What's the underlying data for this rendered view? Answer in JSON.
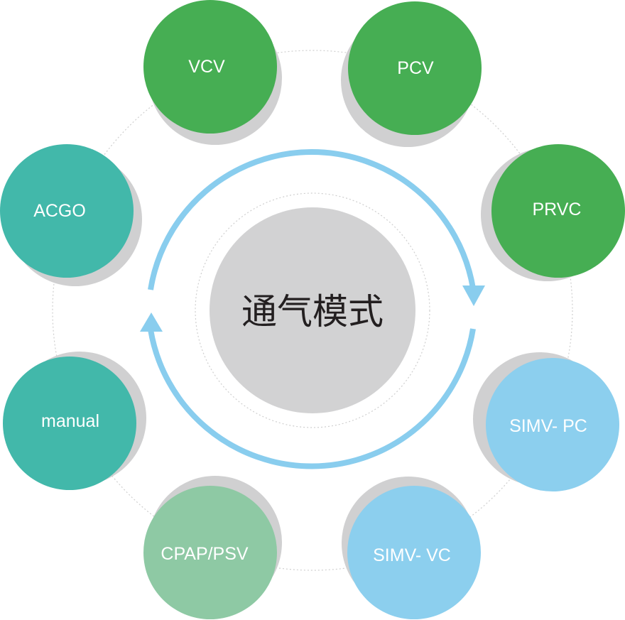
{
  "center": {
    "label": "通气模式",
    "color": "#d2d2d3"
  },
  "colors": {
    "shadow": "#d0d0d1",
    "arrow": "#89cdee",
    "dotted_ring": "#cfcfcf"
  },
  "modes": [
    {
      "label": "VCV",
      "color": "#46ae53"
    },
    {
      "label": "PCV",
      "color": "#46ae53"
    },
    {
      "label": "PRVC",
      "color": "#46ae53"
    },
    {
      "label": "SIMV- PC",
      "color": "#8ccfee"
    },
    {
      "label": "SIMV- VC",
      "color": "#8ccfee"
    },
    {
      "label": "CPAP/PSV",
      "color": "#8ec9a4"
    },
    {
      "label": "manual",
      "color": "#42b8aa"
    },
    {
      "label": "ACGO",
      "color": "#42b8aa"
    }
  ]
}
